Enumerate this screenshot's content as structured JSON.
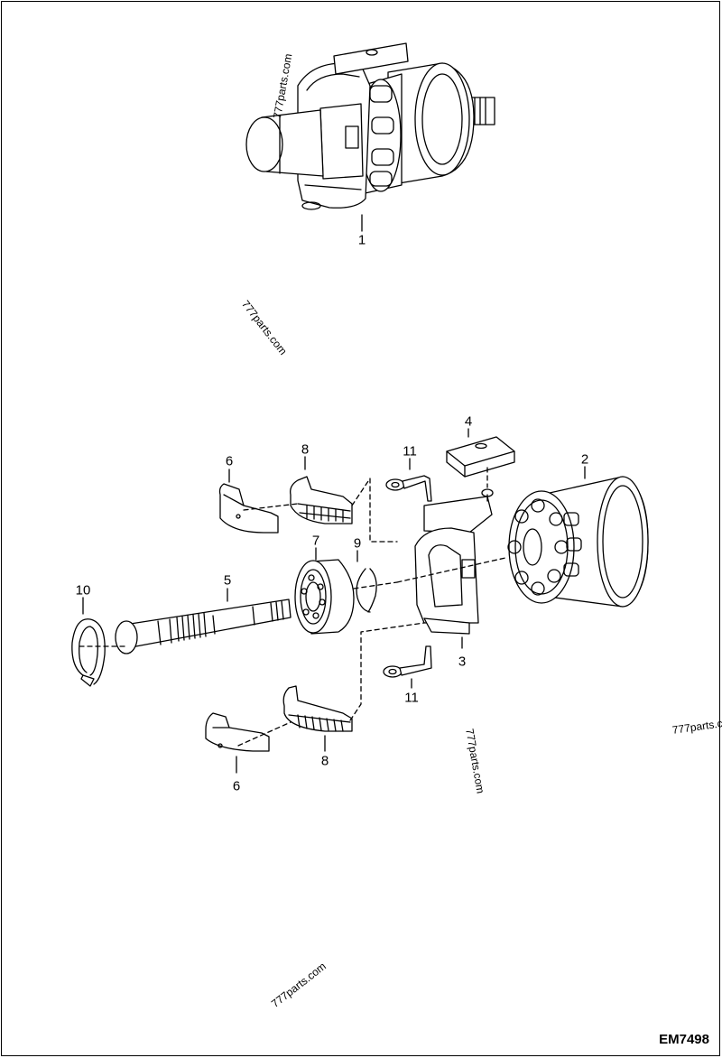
{
  "diagram": {
    "callouts": {
      "c1": "1",
      "c2": "2",
      "c3": "3",
      "c4": "4",
      "c5": "5",
      "c6a": "6",
      "c6b": "6",
      "c7": "7",
      "c8a": "8",
      "c8b": "8",
      "c9": "9",
      "c10": "10",
      "c11a": "11",
      "c11b": "11"
    },
    "watermark": "777parts.com",
    "watermark_cut": "777parts.c",
    "drawing_code": "EM7498"
  }
}
